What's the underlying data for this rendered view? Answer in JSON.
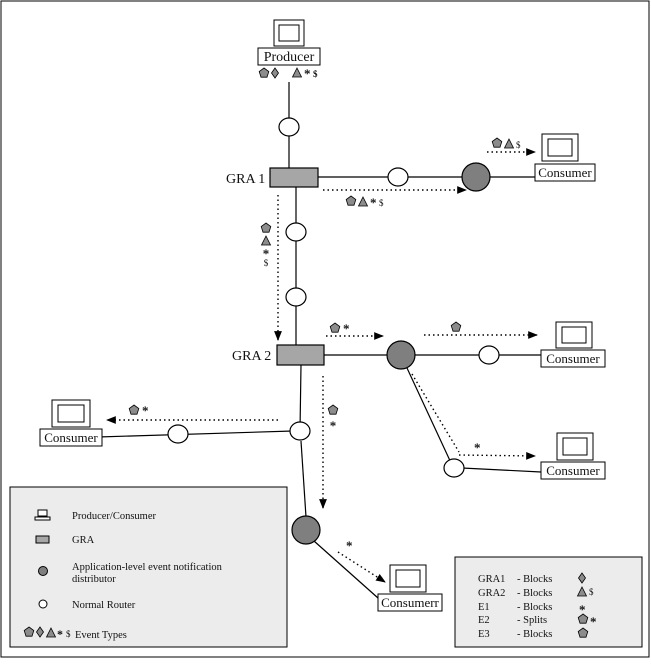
{
  "colors": {
    "gra_fill": "#a6a6a6",
    "distributor_fill": "#7f7f7f",
    "legend_fill": "#ececec",
    "line": "#000000",
    "symbol_fill": "#8c8c8c"
  },
  "nodes": {
    "producer_label": "Producer",
    "gra1_label": "GRA 1",
    "gra2_label": "GRA 2",
    "consumer_label": "Consumer",
    "consumer_bottom_label": "Consumerr"
  },
  "symbols": {
    "star": "*",
    "dollar": "$"
  },
  "legend": {
    "items": [
      {
        "icon": "producer-consumer-icon",
        "label": "Producer/Consumer"
      },
      {
        "icon": "gra-icon",
        "label": "GRA"
      },
      {
        "icon": "distributor-icon",
        "label_line1": "Application-level event notification",
        "label_line2": "distributor"
      },
      {
        "icon": "router-icon",
        "label": "Normal Router"
      },
      {
        "icon": "event-types-icon",
        "label": "Event Types"
      }
    ]
  },
  "filter_table": {
    "rows": [
      {
        "node": "GRA1",
        "action": "- Blocks"
      },
      {
        "node": "GRA2",
        "action": "- Blocks"
      },
      {
        "node": "E1",
        "action": "- Blocks"
      },
      {
        "node": "E2",
        "action": "- Splits"
      },
      {
        "node": "E3",
        "action": "- Blocks"
      }
    ]
  }
}
